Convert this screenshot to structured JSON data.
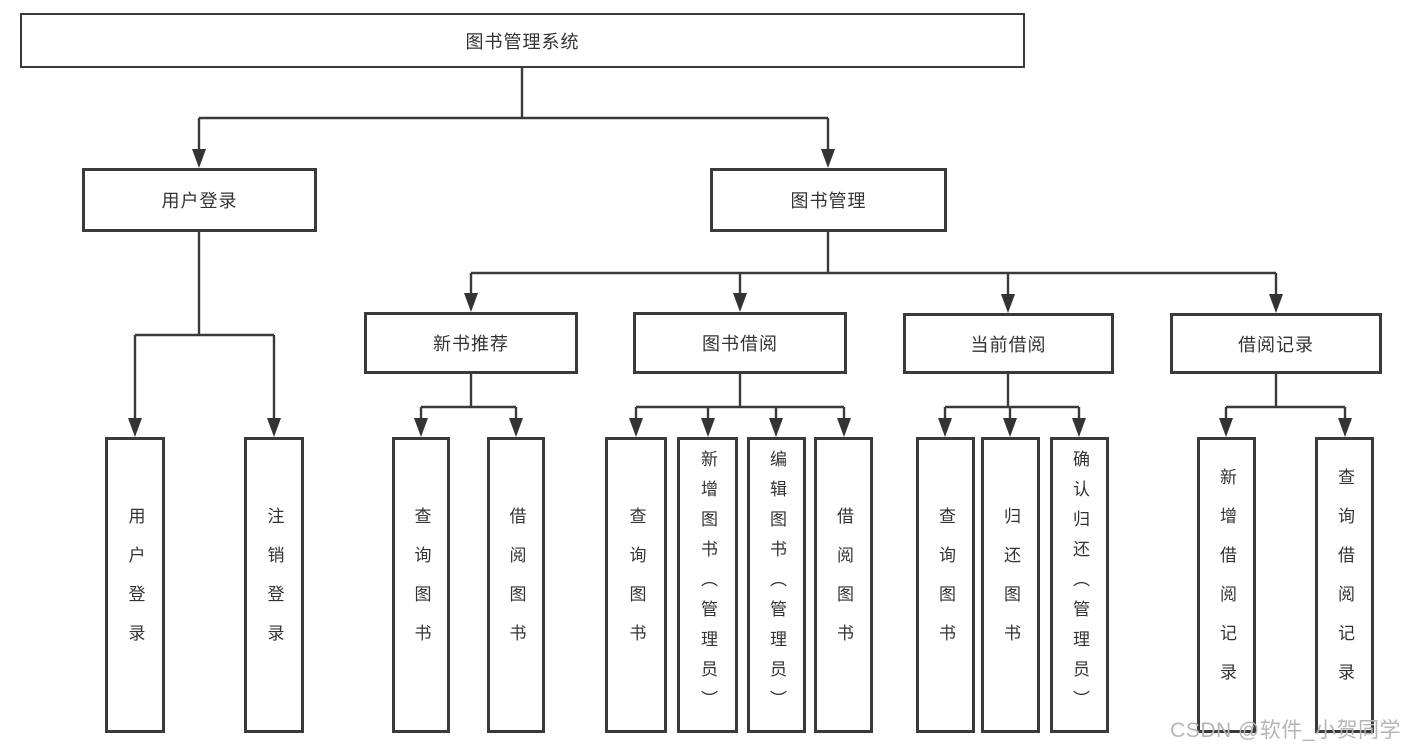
{
  "diagram": {
    "type": "tree",
    "root": {
      "label": "图书管理系统"
    },
    "level2": [
      {
        "label": "用户登录"
      },
      {
        "label": "图书管理"
      }
    ],
    "level3": [
      {
        "label": "新书推荐",
        "parent": "图书管理"
      },
      {
        "label": "图书借阅",
        "parent": "图书管理"
      },
      {
        "label": "当前借阅",
        "parent": "图书管理"
      },
      {
        "label": "借阅记录",
        "parent": "图书管理"
      }
    ],
    "leaves": [
      {
        "label": "用户登录",
        "parent": "用户登录"
      },
      {
        "label": "注销登录",
        "parent": "用户登录"
      },
      {
        "label": "查询图书",
        "parent": "新书推荐"
      },
      {
        "label": "借阅图书",
        "parent": "新书推荐"
      },
      {
        "label": "查询图书",
        "parent": "图书借阅"
      },
      {
        "label": "新增图书（管理员）",
        "parent": "图书借阅"
      },
      {
        "label": "编辑图书（管理员）",
        "parent": "图书借阅"
      },
      {
        "label": "借阅图书",
        "parent": "图书借阅"
      },
      {
        "label": "查询图书",
        "parent": "当前借阅"
      },
      {
        "label": "归还图书",
        "parent": "当前借阅"
      },
      {
        "label": "确认归还（管理员）",
        "parent": "当前借阅"
      },
      {
        "label": "新增借阅记录",
        "parent": "借阅记录"
      },
      {
        "label": "查询借阅记录",
        "parent": "借阅记录"
      }
    ],
    "colors": {
      "border": "#3a3a3a",
      "line": "#3a3a3a",
      "text": "#333333",
      "background": "#ffffff"
    }
  },
  "watermark": {
    "text": "CSDN @软件_小贺同学",
    "color": "#b5b5b5"
  }
}
